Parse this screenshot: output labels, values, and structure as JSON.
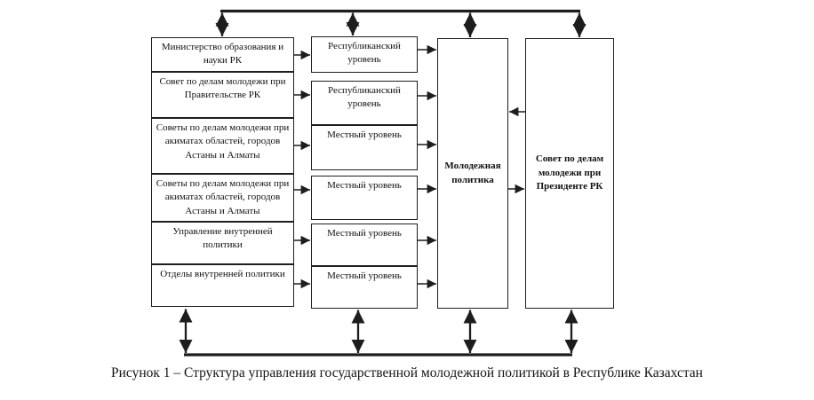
{
  "caption": "Рисунок 1 – Структура управления государственной молодежной политикой в Республике Казахстан",
  "diagram": {
    "left_column": [
      {
        "label": "Министерство образования и науки РК"
      },
      {
        "label": "Совет по делам молодежи при Правительстве РК"
      },
      {
        "label": "Советы по делам молодежи при акиматах областей, городов Астаны и Алматы"
      },
      {
        "label": "Советы по делам молодежи при акиматах областей, городов Астаны и Алматы"
      },
      {
        "label": "Управление внутренней политики"
      },
      {
        "label": "Отделы внутренней политики"
      }
    ],
    "middle_column": [
      {
        "label": "Республиканский уровень"
      },
      {
        "label": "Республиканский уровень"
      },
      {
        "label": "Местный уровень"
      },
      {
        "label": "Местный уровень"
      },
      {
        "label": "Местный уровень"
      },
      {
        "label": "Местный уровень"
      }
    ],
    "right_boxes": {
      "youth_policy": {
        "label": "Молодежная политика"
      },
      "president_council": {
        "label": "Совет по делам молодежи при Президенте РК"
      }
    },
    "line_color": "#1d1d1d"
  }
}
